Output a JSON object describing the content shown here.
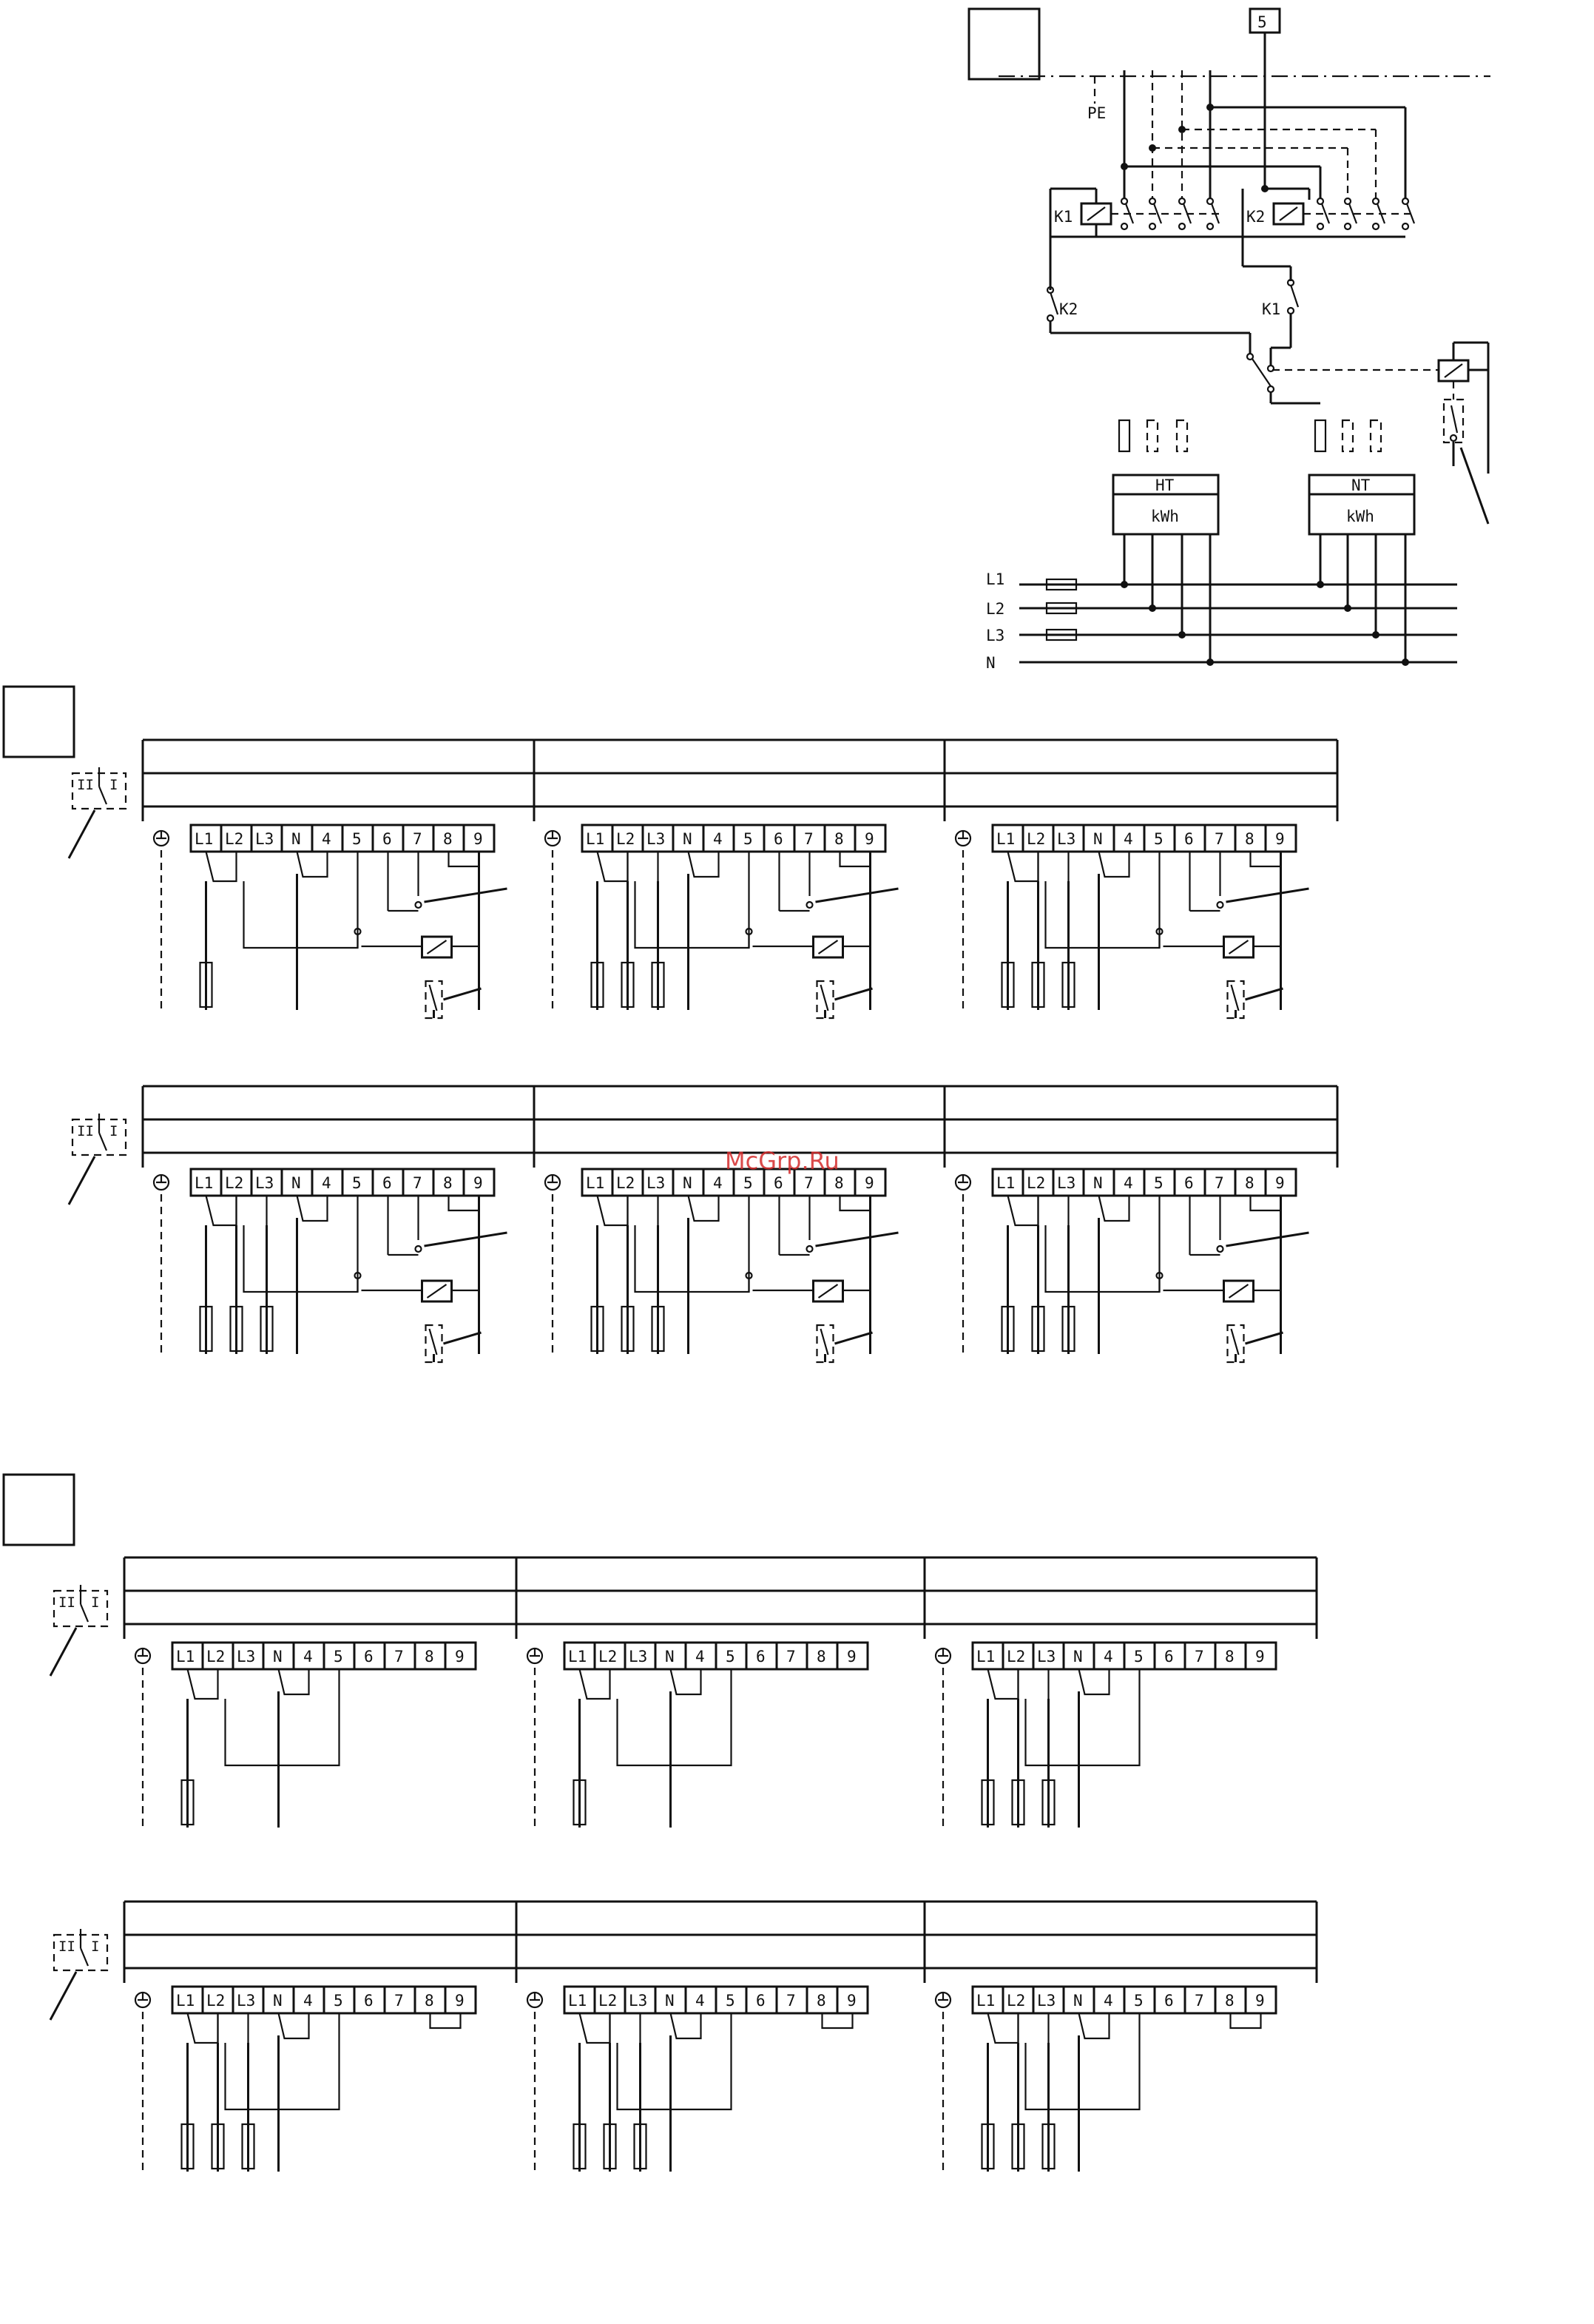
{
  "watermark": "McGrp.Ru",
  "schematic": {
    "top_box_label": "5",
    "pe_label": "PE",
    "relay_k1": "K1",
    "relay_k2": "K2",
    "contact_k2": "K2",
    "contact_k1": "K1",
    "meter_ht": "HT",
    "meter_nt": "NT",
    "meter_unit": "kWh",
    "bus_lines": [
      "L1",
      "L2",
      "L3",
      "N"
    ]
  },
  "terminal_labels": [
    "L1",
    "L2",
    "L3",
    "N",
    "4",
    "5",
    "6",
    "7",
    "8",
    "9"
  ],
  "selector_labels": {
    "left": "II",
    "right": "I"
  },
  "figures": [
    {
      "label": "",
      "rows": 2
    },
    {
      "label": "",
      "rows": 2
    }
  ]
}
